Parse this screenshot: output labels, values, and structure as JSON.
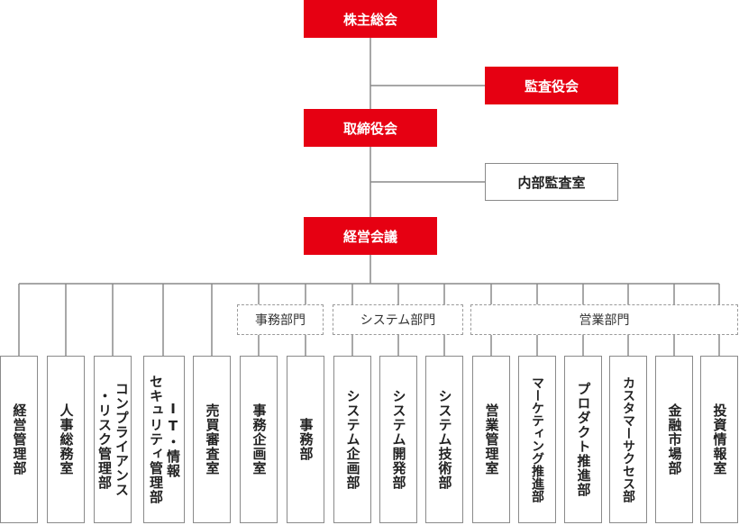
{
  "chart": {
    "top": {
      "shareholders": "株主総会",
      "audit_board": "監査役会",
      "board": "取締役会",
      "internal_audit": "内部監査室",
      "management_meeting": "経営会議"
    },
    "groups": {
      "admin": "事務部門",
      "system": "システム部門",
      "sales": "営業部門"
    },
    "departments": [
      "経営管理部",
      "人事総務室",
      "コンプライアンス\n・リスク管理部",
      "IT・情報\nセキュリティ管理部",
      "売買審査室",
      "事務企画室",
      "事務部",
      "システム企画部",
      "システム開発部",
      "システム技術部",
      "営業管理室",
      "マーケティング推進部",
      "プロダクト推進部",
      "カスタマーサクセス部",
      "金融市場部",
      "投資情報室"
    ]
  },
  "colors": {
    "accent": "#e60012",
    "line": "#8a8a8a"
  }
}
